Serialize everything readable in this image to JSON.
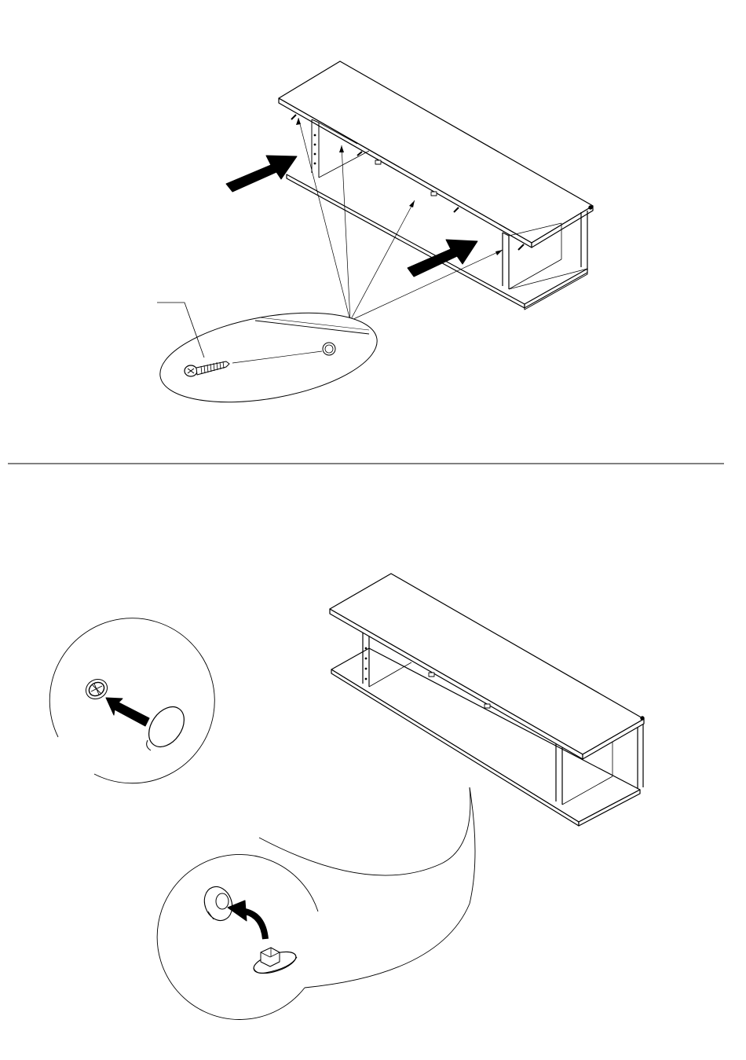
{
  "colors": {
    "ink": "#000000",
    "paper": "#ffffff"
  },
  "steps": [
    {
      "components": [
        "tv-bench-upside-down",
        "insertion-arrow",
        "insertion-arrow",
        "screw-detail-callout"
      ],
      "callout_part_label": ""
    },
    {
      "components": [
        "tv-bench-upright",
        "cover-cap-detail",
        "connector-cap-detail"
      ]
    }
  ]
}
